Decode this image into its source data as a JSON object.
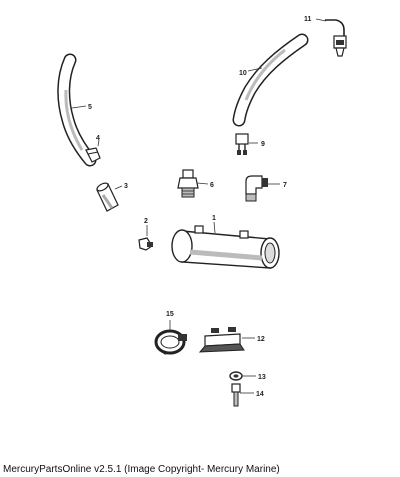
{
  "caption": "MercuryPartsOnline v2.5.1 (Image Copyright- Mercury Marine)",
  "callouts": {
    "c1": "1",
    "c2": "2",
    "c3": "3",
    "c4": "4",
    "c5": "5",
    "c6": "6",
    "c7": "7",
    "c9": "9",
    "c10": "10",
    "c11": "11",
    "c12": "12",
    "c13": "13",
    "c14": "14",
    "c15": "15"
  }
}
